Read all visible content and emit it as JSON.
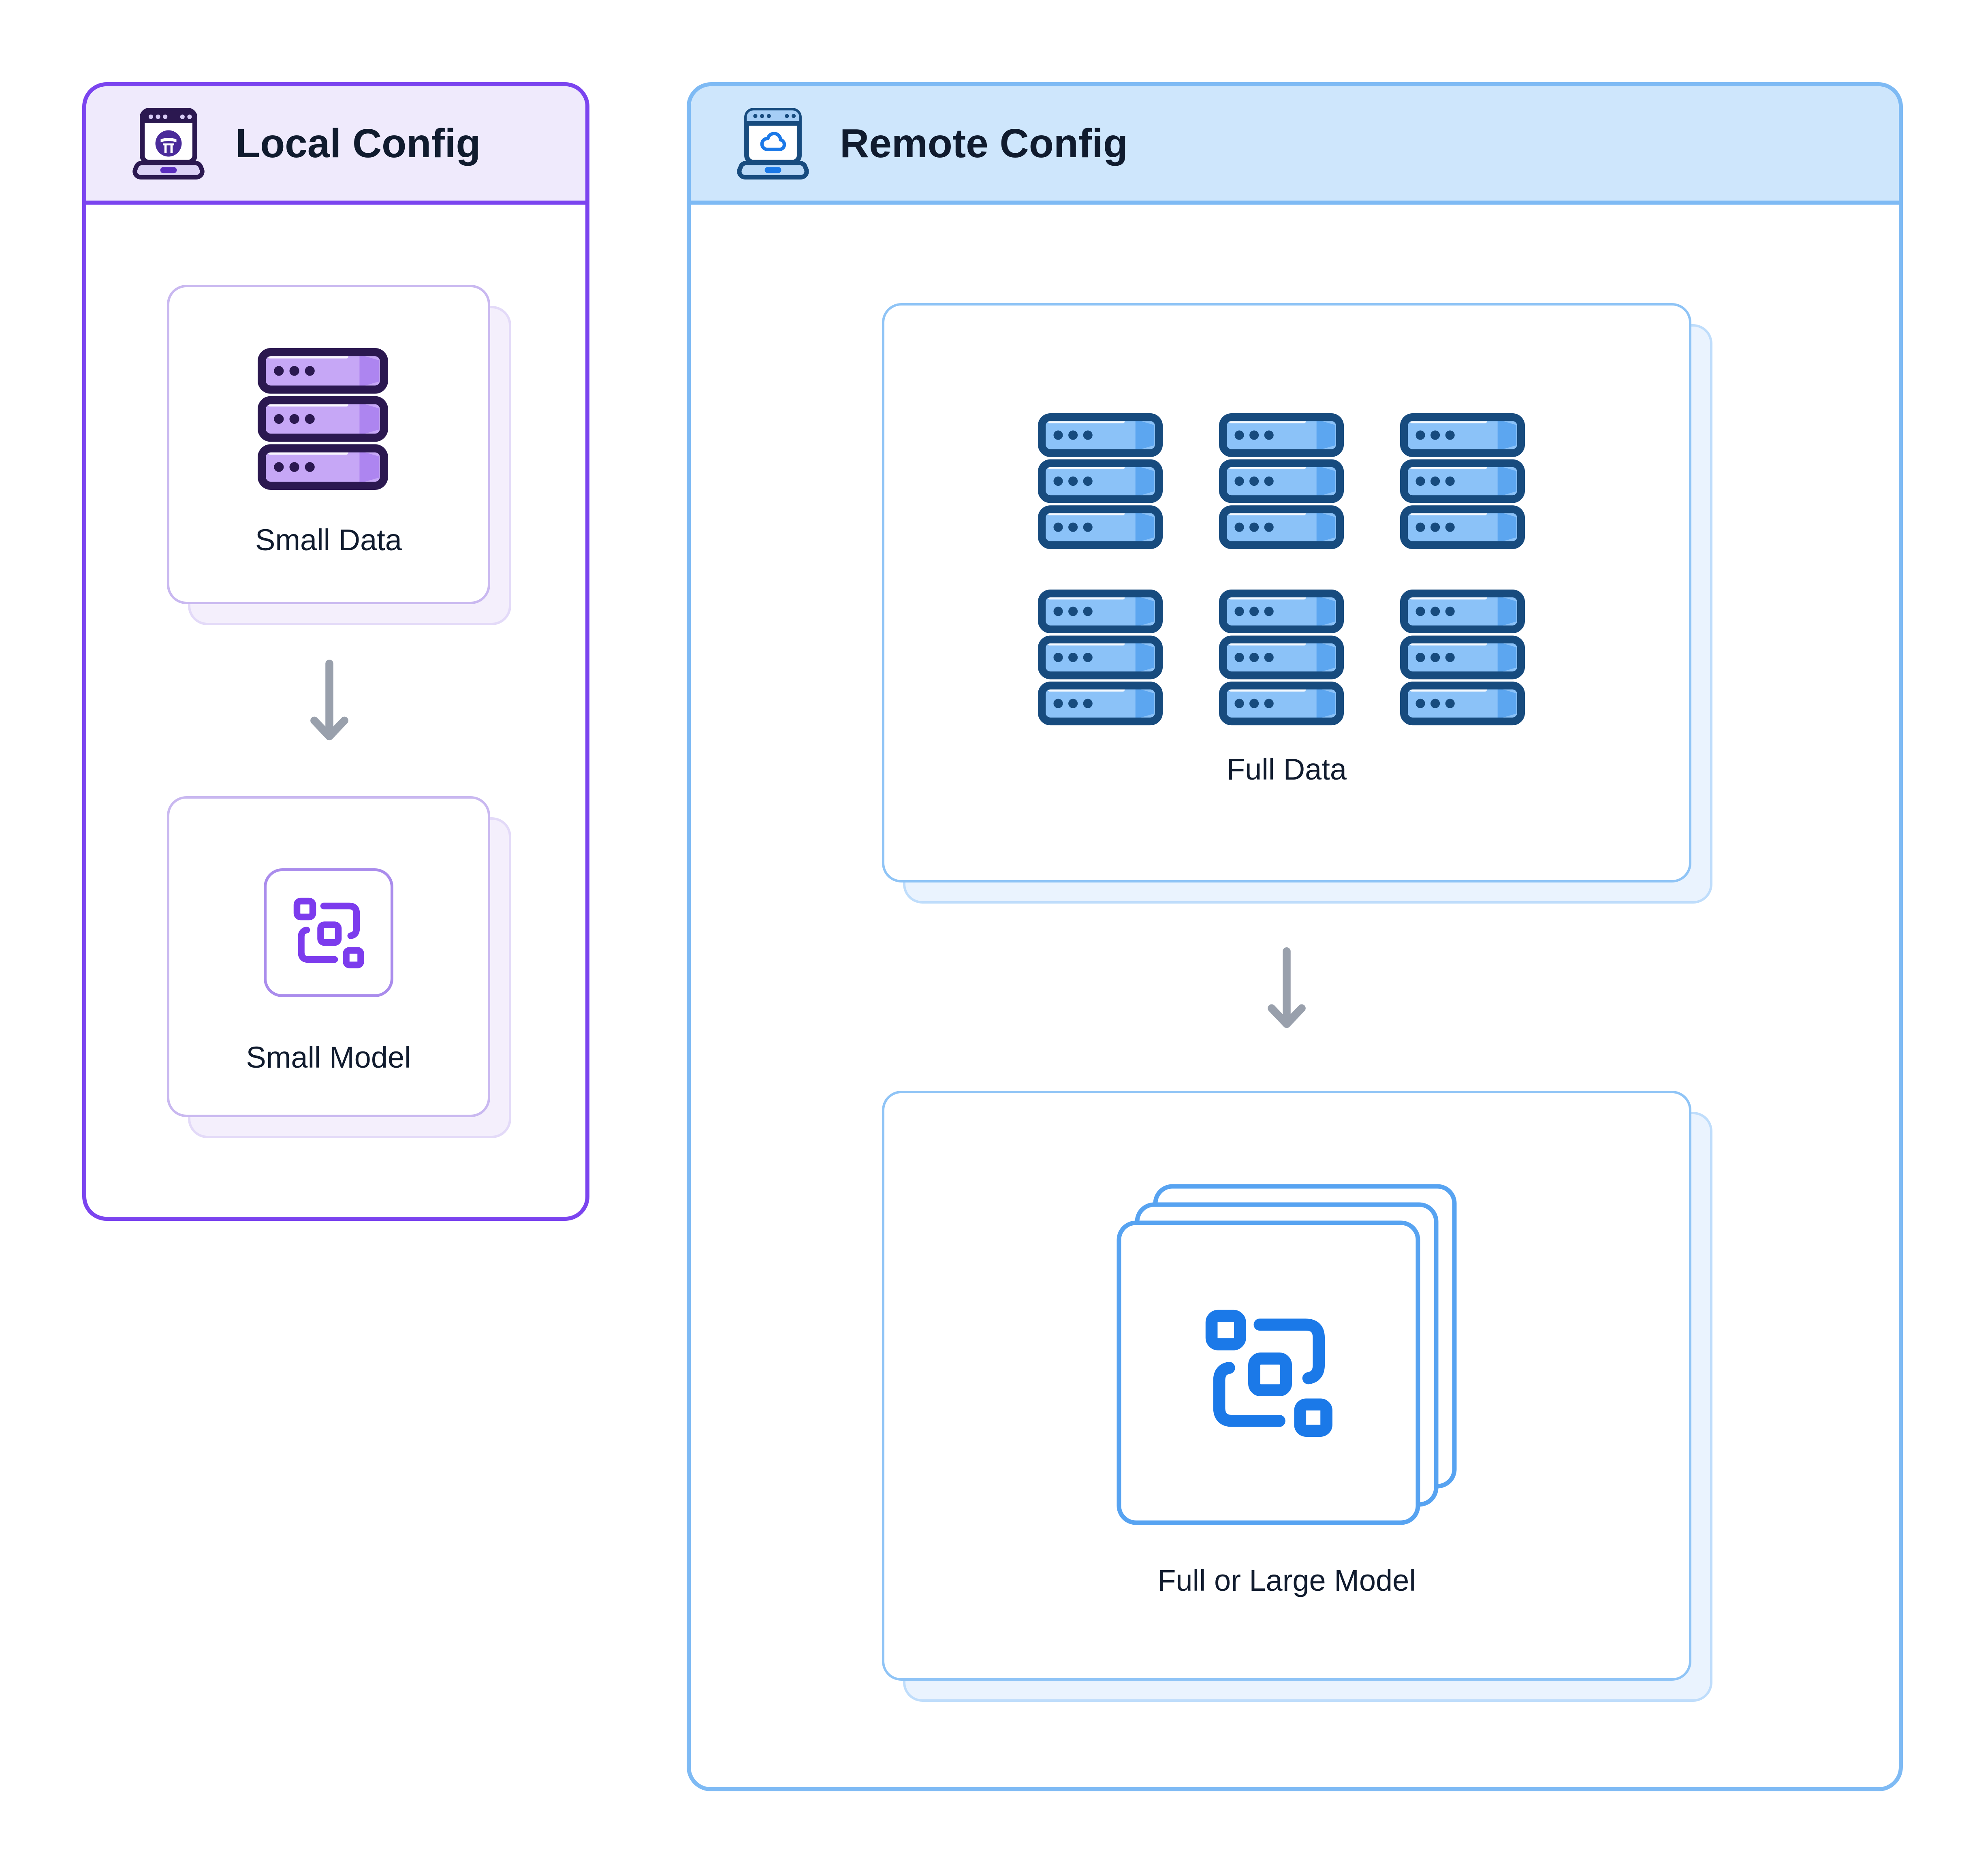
{
  "colors": {
    "background": "#ffffff",
    "text": "#101b2e",
    "arrow": "#99a0ac",
    "local_accent": "#7b44ef",
    "local_header_bg": "#efeafc",
    "local_card_border": "#c9b8f0",
    "local_shadow_border": "#e3daf8",
    "local_shadow_fill": "#f4effc",
    "local_icon_dark": "#2b1850",
    "local_icon_fill": "#c6a7f6",
    "local_icon_shade": "#ad85f0",
    "local_model_accent": "#7c3bed",
    "local_model_frame_border": "#aa8cec",
    "remote_accent": "#7ebaf4",
    "remote_header_bg": "#cee6fc",
    "remote_card_border": "#8fc4f6",
    "remote_shadow_border": "#bfddfb",
    "remote_shadow_fill": "#eaf3fe",
    "remote_icon_dark": "#174b7e",
    "remote_icon_fill": "#8bc2f8",
    "remote_icon_shade": "#5ca6f0",
    "remote_model_accent": "#1b79e8",
    "remote_stack_border": "#57a3f1"
  },
  "local_panel": {
    "title": "Local Config",
    "header_icon": "laptop-torii-logo-icon",
    "data_card": {
      "label": "Small Data",
      "icon": "database-server-icon",
      "server_count": 1
    },
    "arrow_icon": "arrow-down-icon",
    "model_card": {
      "label": "Small Model",
      "icon": "model-workflow-icon"
    }
  },
  "remote_panel": {
    "title": "Remote Config",
    "header_icon": "laptop-cloud-icon",
    "data_card": {
      "label": "Full Data",
      "icon": "database-server-icon",
      "server_count": 6,
      "grid_rows": 2,
      "grid_cols": 3
    },
    "arrow_icon": "arrow-down-icon",
    "model_card": {
      "label": "Full or Large Model",
      "icon": "stacked-model-cards-icon",
      "stack_layers": 3
    }
  }
}
